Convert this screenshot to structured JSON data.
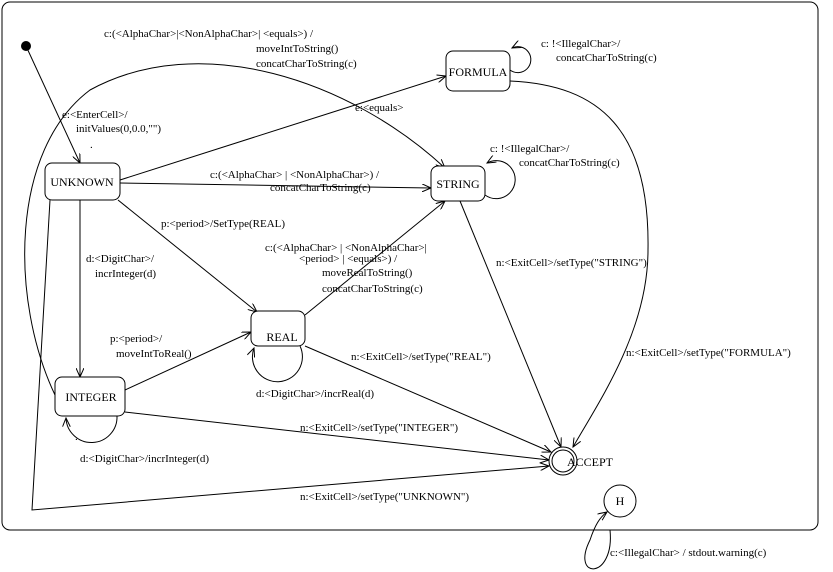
{
  "states": {
    "unknown": "UNKNOWN",
    "formula": "FORMULA",
    "string": "STRING",
    "real": "REAL",
    "integer": "INTEGER",
    "accept": "ACCEPT",
    "history": "H"
  },
  "transitions": {
    "init": [
      "e:<EnterCell>/",
      "initValues(0,0.0,\"\")",
      "."
    ],
    "integer_to_string": [
      "c:(<AlphaChar>|<NonAlphaChar>|    <equals>) /",
      "moveIntToString()",
      "concatCharToString(c)"
    ],
    "unknown_to_formula": [
      "e:<equals>"
    ],
    "unknown_to_string": [
      "c:(<AlphaChar> | <NonAlphaChar>) /",
      "concatCharToString(c)"
    ],
    "unknown_to_real": [
      "p:<period>/SetType(REAL)"
    ],
    "unknown_to_integer": [
      "d:<DigitChar>/",
      "incrInteger(d)"
    ],
    "integer_to_real": [
      "p:<period>/",
      "moveIntToReal()"
    ],
    "real_to_string": [
      "c:(<AlphaChar> | <NonAlphaChar>|",
      "<period> | <equals>) /",
      "moveRealToString()",
      "concatCharToString(c)"
    ],
    "formula_self": [
      "c: !<IllegalChar>/",
      "concatCharToString(c)"
    ],
    "string_self": [
      "c: !<IllegalChar>/",
      "concatCharToString(c)"
    ],
    "real_self": [
      "d:<DigitChar>/incrReal(d)"
    ],
    "integer_self": [
      "d:<DigitChar>/incrInteger(d)"
    ],
    "integer_self_dot": [
      "."
    ],
    "string_to_accept": [
      "n:<ExitCell>/setType(\"STRING\")"
    ],
    "formula_to_accept": [
      "n:<ExitCell>/setType(\"FORMULA\")"
    ],
    "real_to_accept": [
      "n:<ExitCell>/setType(\"REAL\")"
    ],
    "integer_to_accept": [
      "n:<ExitCell>/setType(\"INTEGER\")"
    ],
    "unknown_to_accept": [
      "n:<ExitCell>/setType(\"UNKNOWN\")"
    ],
    "history_self": [
      "c:<IllegalChar> / stdout.warning(c)"
    ]
  }
}
